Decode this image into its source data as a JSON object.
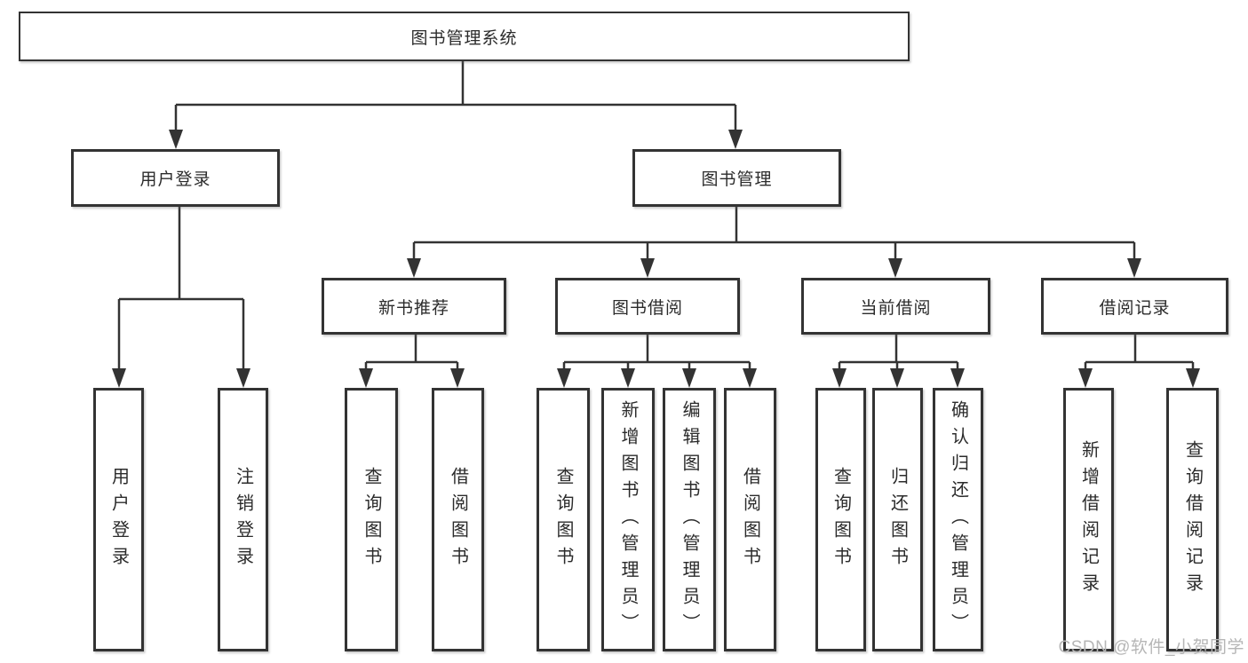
{
  "tree": {
    "label": "图书管理系统",
    "children": [
      {
        "label": "用户登录",
        "children": [
          {
            "label": "用户登录"
          },
          {
            "label": "注销登录"
          }
        ]
      },
      {
        "label": "图书管理",
        "children": [
          {
            "label": "新书推荐",
            "children": [
              {
                "label": "查询图书"
              },
              {
                "label": "借阅图书"
              }
            ]
          },
          {
            "label": "图书借阅",
            "children": [
              {
                "label": "查询图书"
              },
              {
                "label": "新增图书（管理员）"
              },
              {
                "label": "编辑图书（管理员）"
              },
              {
                "label": "借阅图书"
              }
            ]
          },
          {
            "label": "当前借阅",
            "children": [
              {
                "label": "查询图书"
              },
              {
                "label": "归还图书"
              },
              {
                "label": "确认归还（管理员）"
              }
            ]
          },
          {
            "label": "借阅记录",
            "children": [
              {
                "label": "新增借阅记录"
              },
              {
                "label": "查询借阅记录"
              }
            ]
          }
        ]
      }
    ]
  },
  "watermark": "CSDN @软件_小贺同学",
  "colors": {
    "line": "#333333",
    "box_border": "#333333",
    "text": "#2b2b2b",
    "watermark": "#b6b6b6",
    "background": "#ffffff"
  }
}
